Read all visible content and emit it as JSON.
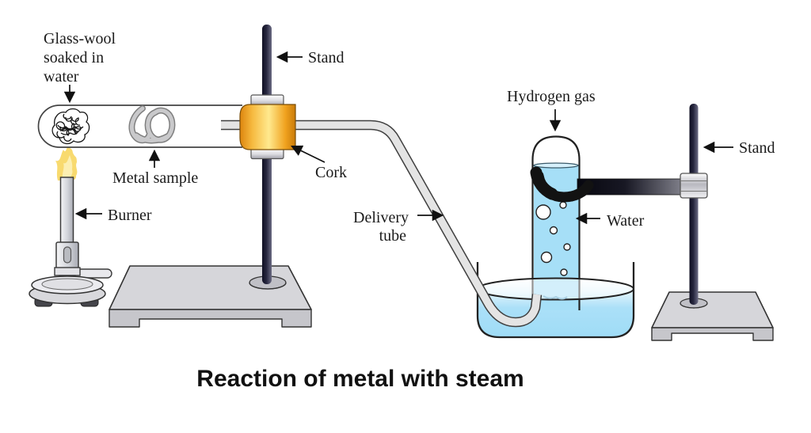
{
  "title": "Reaction of metal with steam",
  "labels": {
    "glass_wool": [
      "Glass-wool",
      "soaked in",
      "water"
    ],
    "stand_left": "Stand",
    "metal_sample": "Metal sample",
    "cork": "Cork",
    "burner": "Burner",
    "delivery_tube": [
      "Delivery",
      "tube"
    ],
    "hydrogen_gas": "Hydrogen gas",
    "water": "Water",
    "stand_right": "Stand"
  },
  "colors": {
    "water_blue": "#A6DFF7",
    "flame_yellow": "#F8DA6F",
    "flame_inner": "#FCEFB2",
    "cork_gold": "#F2A824",
    "rod_dark": "#1B1B33",
    "base_gray": "#D6D6DA",
    "label_ink": "#1B1B1B"
  }
}
